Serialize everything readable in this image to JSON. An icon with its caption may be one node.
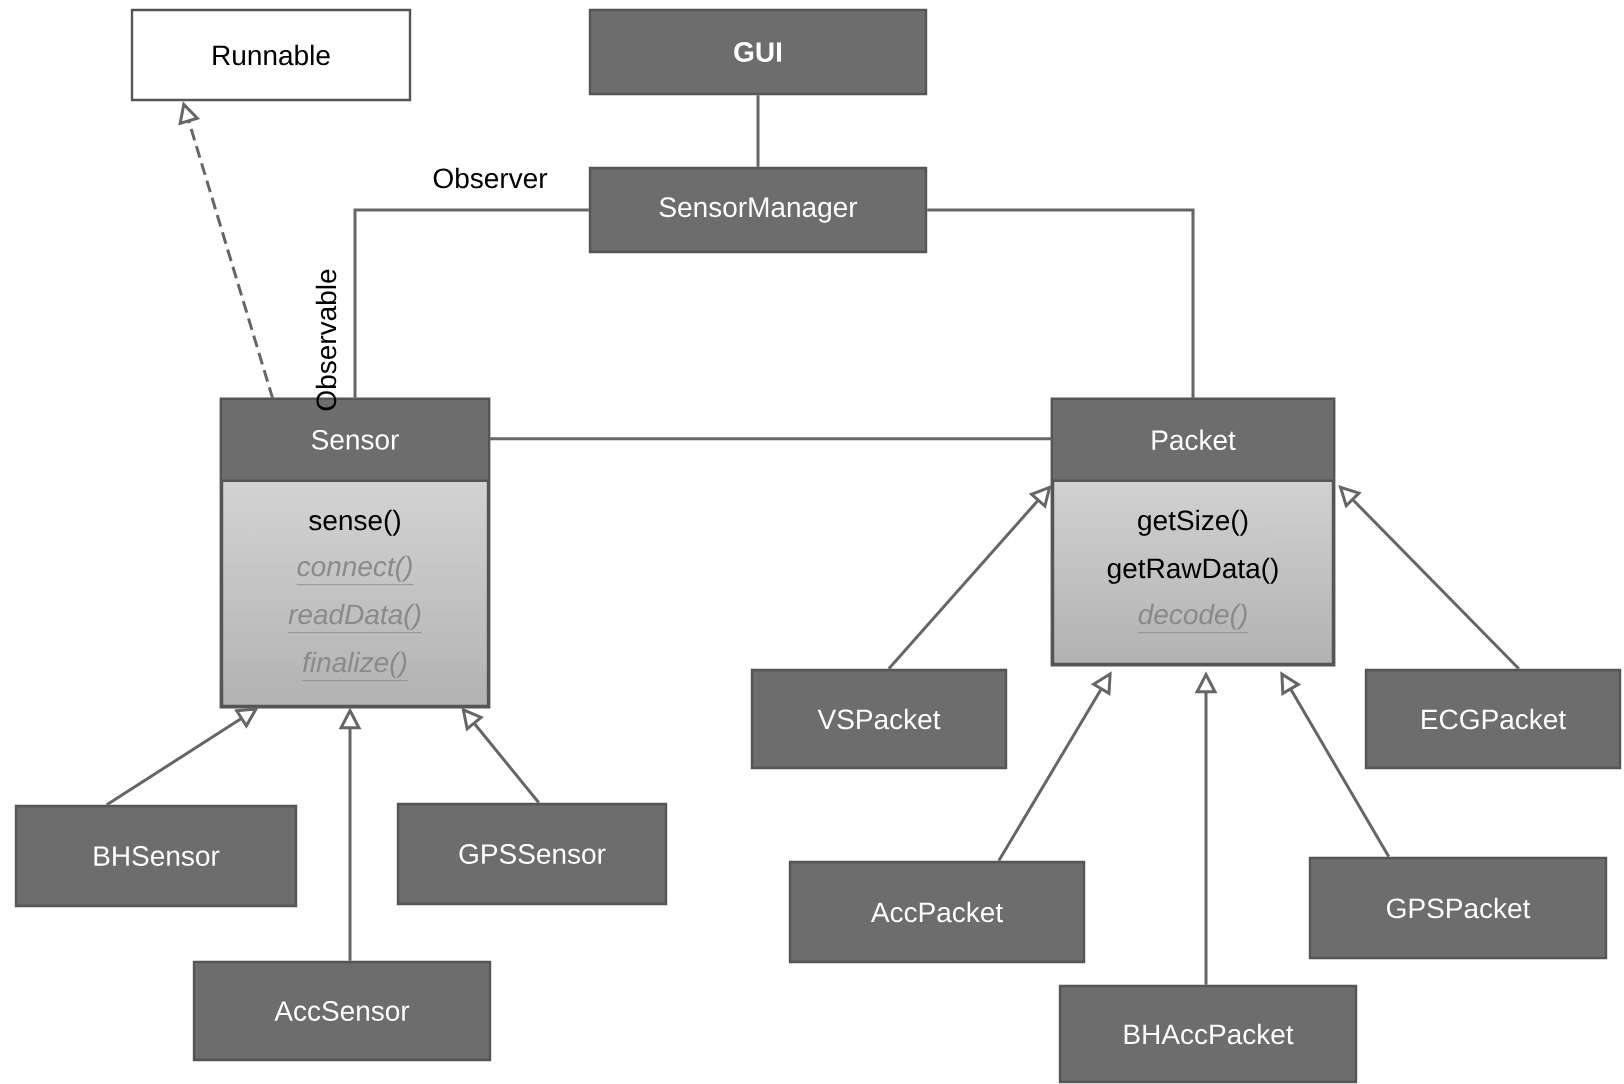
{
  "diagram": {
    "nodes": [
      {
        "text": [
          "Runnable"
        ]
      },
      {
        "text": [
          "GUI"
        ]
      },
      {
        "text": [
          "SensorManager"
        ]
      },
      {
        "text": [
          "Sensor",
          "sense()",
          "connect()",
          "readData()",
          "finalize()"
        ]
      },
      {
        "text": [
          "Packet",
          "getSize()",
          "getRawData()",
          "decode()"
        ]
      },
      {
        "text": [
          "BHSensor"
        ]
      },
      {
        "text": [
          "GPSSensor"
        ]
      },
      {
        "text": [
          "AccSensor"
        ]
      },
      {
        "text": [
          "VSPacket"
        ]
      },
      {
        "text": [
          "ECGPacket"
        ]
      },
      {
        "text": [
          "AccPacket"
        ]
      },
      {
        "text": [
          "GPSPacket"
        ]
      },
      {
        "text": [
          "BHAccPacket"
        ]
      }
    ],
    "edges": [
      {
        "from": 3,
        "to": 0,
        "arrow": "to",
        "style": "dashed"
      },
      {
        "from": 1,
        "to": 2,
        "arrow": "none"
      },
      {
        "from": 2,
        "to": 3,
        "arrow": "none"
      },
      {
        "from": 2,
        "to": 4,
        "arrow": "none"
      },
      {
        "from": 3,
        "to": 4,
        "arrow": "none"
      },
      {
        "from": 5,
        "to": 3,
        "arrow": "to"
      },
      {
        "from": 6,
        "to": 3,
        "arrow": "to"
      },
      {
        "from": 7,
        "to": 3,
        "arrow": "to"
      },
      {
        "from": 8,
        "to": 4,
        "arrow": "to"
      },
      {
        "from": 9,
        "to": 4,
        "arrow": "to"
      },
      {
        "from": 10,
        "to": 4,
        "arrow": "to"
      },
      {
        "from": 11,
        "to": 4,
        "arrow": "to"
      },
      {
        "from": 12,
        "to": 4,
        "arrow": "to"
      }
    ],
    "labels": [
      "Observer",
      "Observable"
    ]
  }
}
